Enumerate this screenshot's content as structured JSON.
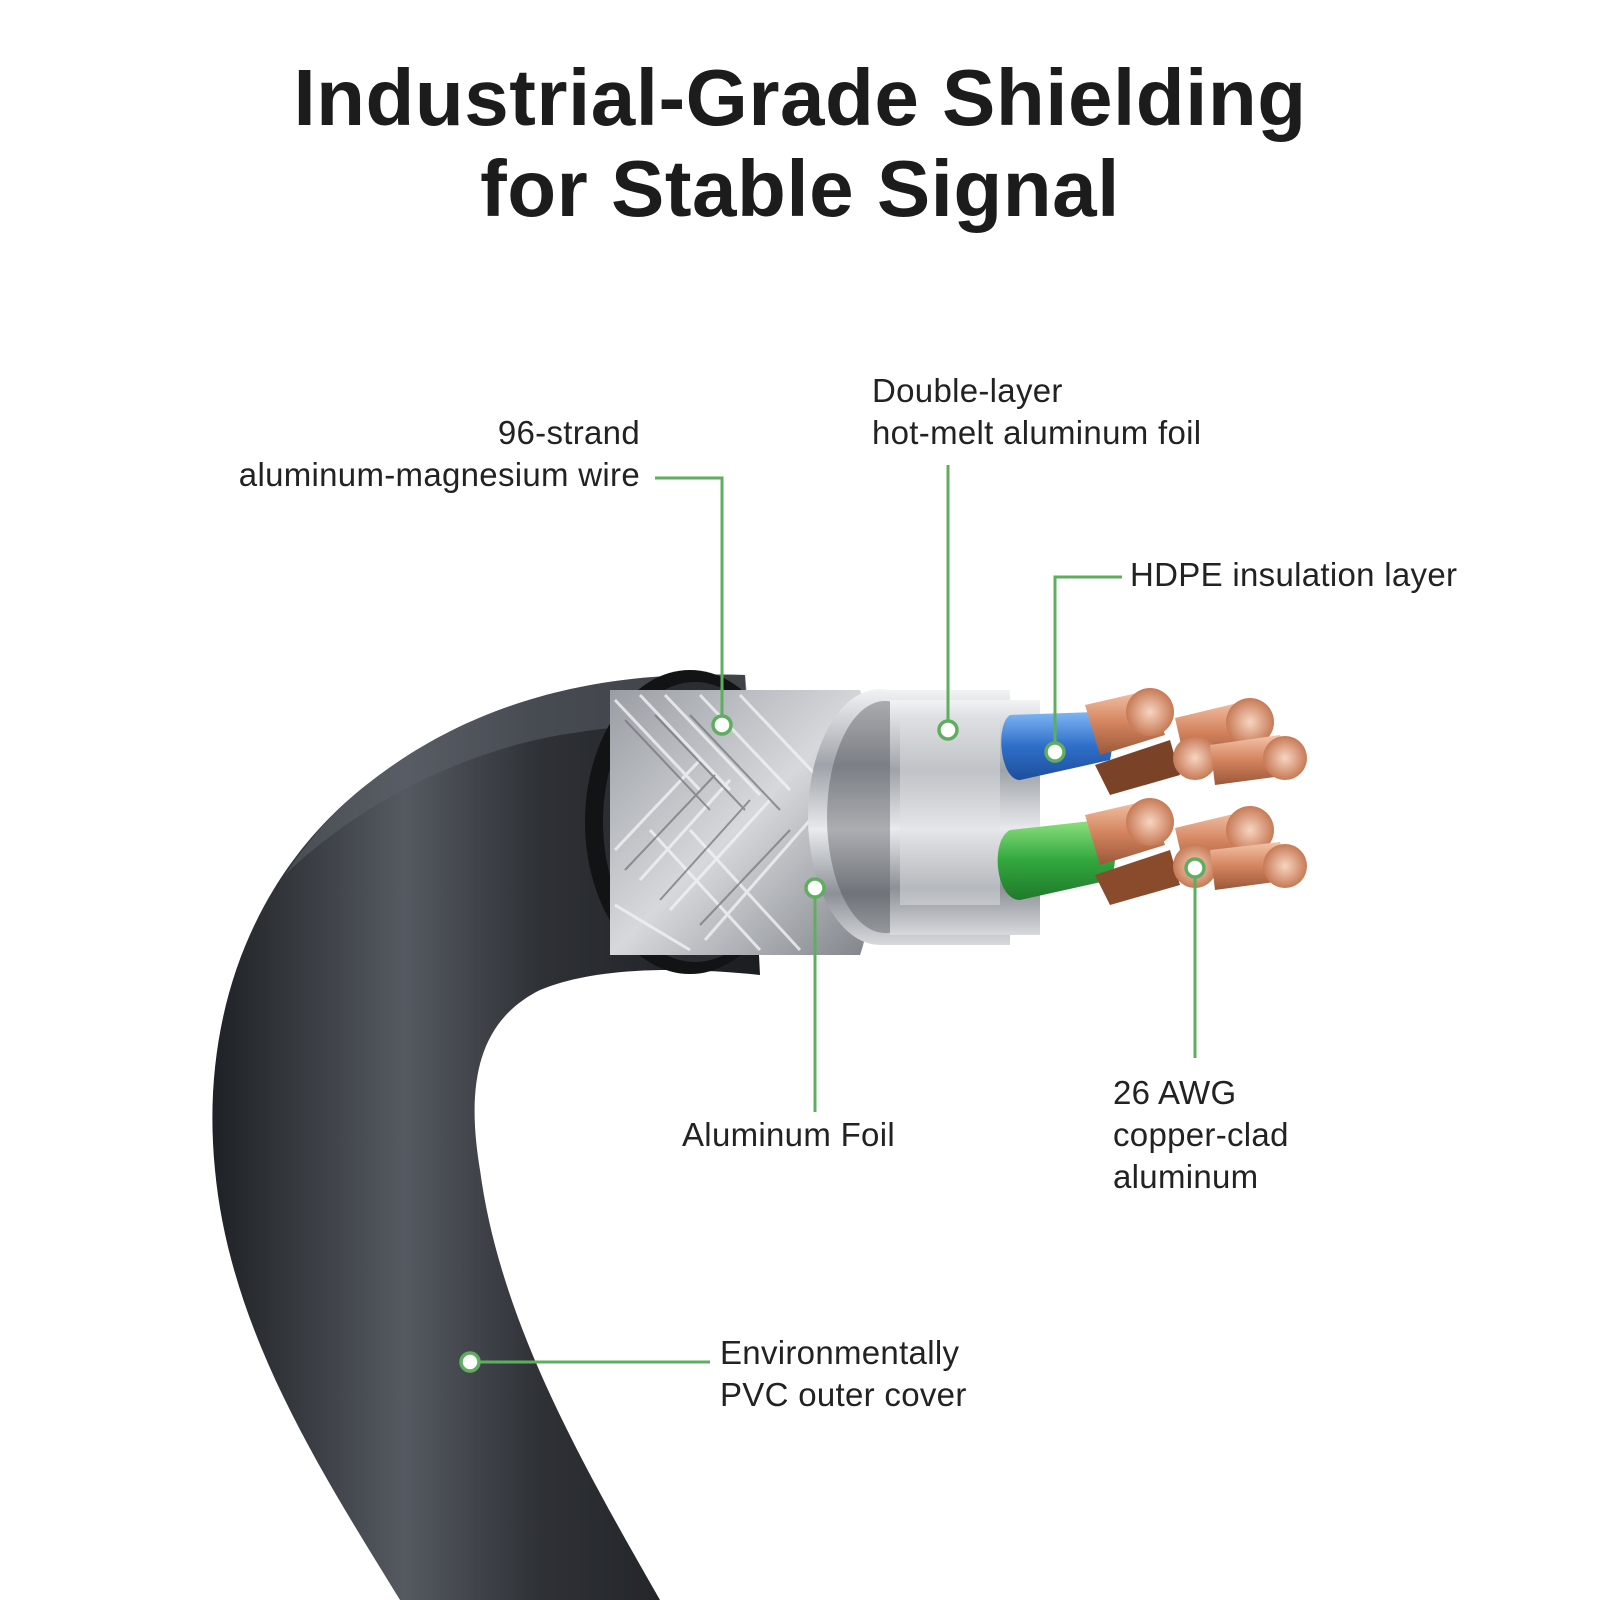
{
  "title": {
    "line1": "Industrial-Grade Shielding",
    "line2": "for Stable Signal"
  },
  "labels": {
    "strand_wire": {
      "line1": "96-strand",
      "line2": "aluminum-magnesium wire"
    },
    "double_foil": {
      "line1": "Double-layer",
      "line2": "hot-melt aluminum foil"
    },
    "hdpe": {
      "line1": "HDPE insulation layer"
    },
    "aluminum_foil": {
      "line1": "Aluminum Foil"
    },
    "awg": {
      "line1": "26 AWG",
      "line2": "copper-clad",
      "line3": "aluminum"
    },
    "pvc": {
      "line1": "Environmentally",
      "line2": "PVC outer cover"
    }
  },
  "colors": {
    "leader_line": "#5fae5f",
    "cable_jacket": "#2c2f33",
    "copper": "#d98d6d",
    "pair_blue": "#3d7fd6",
    "pair_green": "#3fae4a",
    "foil": "#c9ccd1"
  }
}
